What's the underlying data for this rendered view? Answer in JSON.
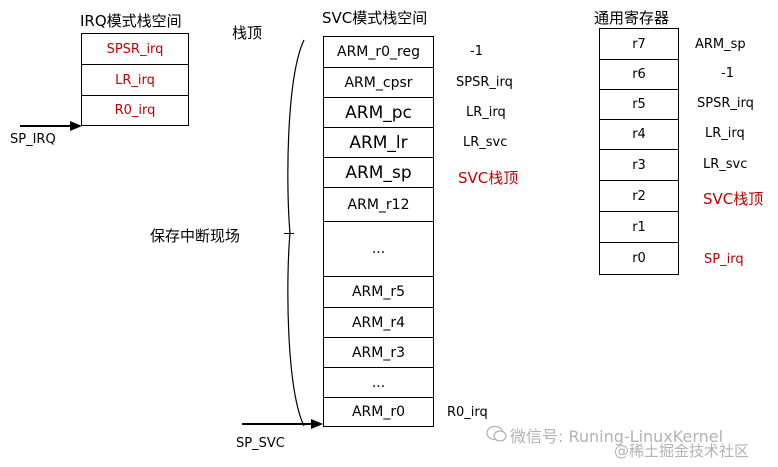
{
  "irq": {
    "title": "IRQ模式栈空间",
    "cells": [
      "SPSR_irq",
      "LR_irq",
      "R0_irq"
    ],
    "pointer": "SP_IRQ"
  },
  "svc": {
    "title": "SVC模式栈空间",
    "top_label": "栈顶",
    "brace_label": "保存中断现场",
    "pointer": "SP_SVC",
    "cells": [
      "ARM_r0_reg",
      "ARM_cpsr",
      "ARM_pc",
      "ARM_lr",
      "ARM_sp",
      "ARM_r12",
      "...",
      "ARM_r5",
      "ARM_r4",
      "ARM_r3",
      "...",
      "ARM_r0"
    ],
    "side": [
      "-1",
      "SPSR_irq",
      "LR_irq",
      "LR_svc",
      "SVC栈顶",
      "R0_irq"
    ]
  },
  "regs": {
    "title": "通用寄存器",
    "cells": [
      "r7",
      "r6",
      "r5",
      "r4",
      "r3",
      "r2",
      "r1",
      "r0"
    ],
    "side": [
      "ARM_sp",
      "-1",
      "SPSR_irq",
      "LR_irq",
      "LR_svc",
      "SVC栈顶",
      "SP_irq"
    ]
  },
  "watermark": {
    "line1": "微信号: Runing-LinuxKernel",
    "line2": "@稀土掘金技术社区"
  },
  "colors": {
    "highlight": "#c00000",
    "line": "#000000",
    "watermark": "#b3b3b3"
  }
}
